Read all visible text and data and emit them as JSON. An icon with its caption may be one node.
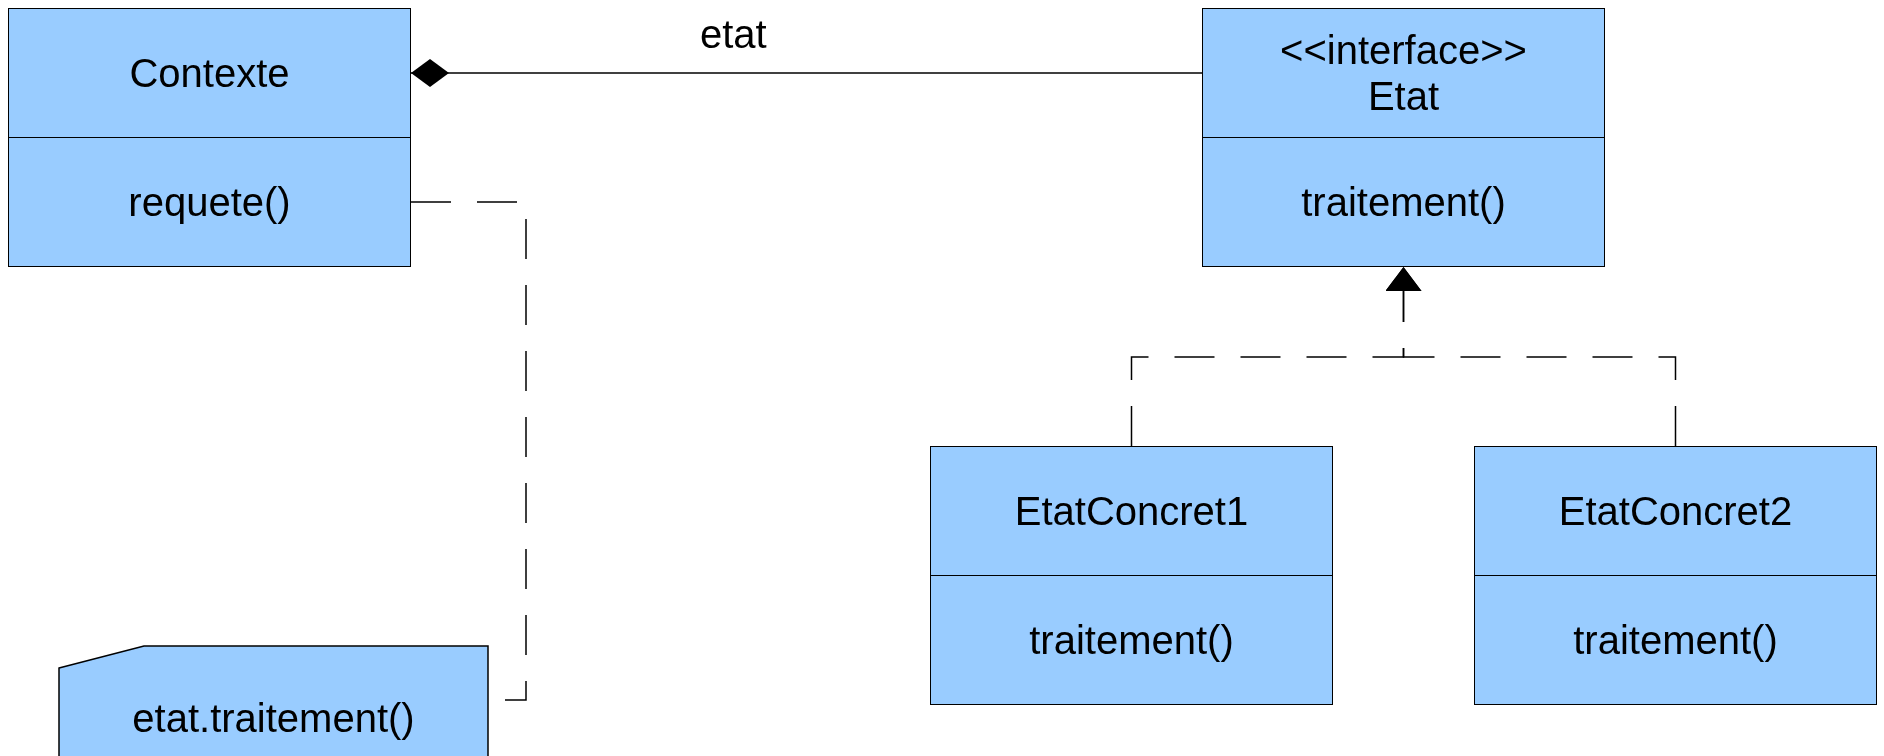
{
  "diagram": {
    "nodes": [
      {
        "text": [
          "Contexte",
          "requete()"
        ]
      },
      {
        "text": [
          "<<interface>>",
          "Etat",
          "traitement()"
        ]
      },
      {
        "text": [
          "EtatConcret1",
          "traitement()"
        ]
      },
      {
        "text": [
          "EtatConcret2",
          "traitement()"
        ]
      },
      {
        "text": [
          "etat.traitement()"
        ]
      }
    ],
    "edges": [
      {
        "from": 0,
        "to": 1,
        "arrow": "other",
        "label": "etat"
      },
      {
        "from": 0,
        "to": 4,
        "arrow": "none",
        "style": "dashed"
      },
      {
        "from": 2,
        "to": 1,
        "arrow": "to",
        "style": "dashed"
      },
      {
        "from": 3,
        "to": 1,
        "arrow": "to",
        "style": "dashed"
      }
    ]
  }
}
